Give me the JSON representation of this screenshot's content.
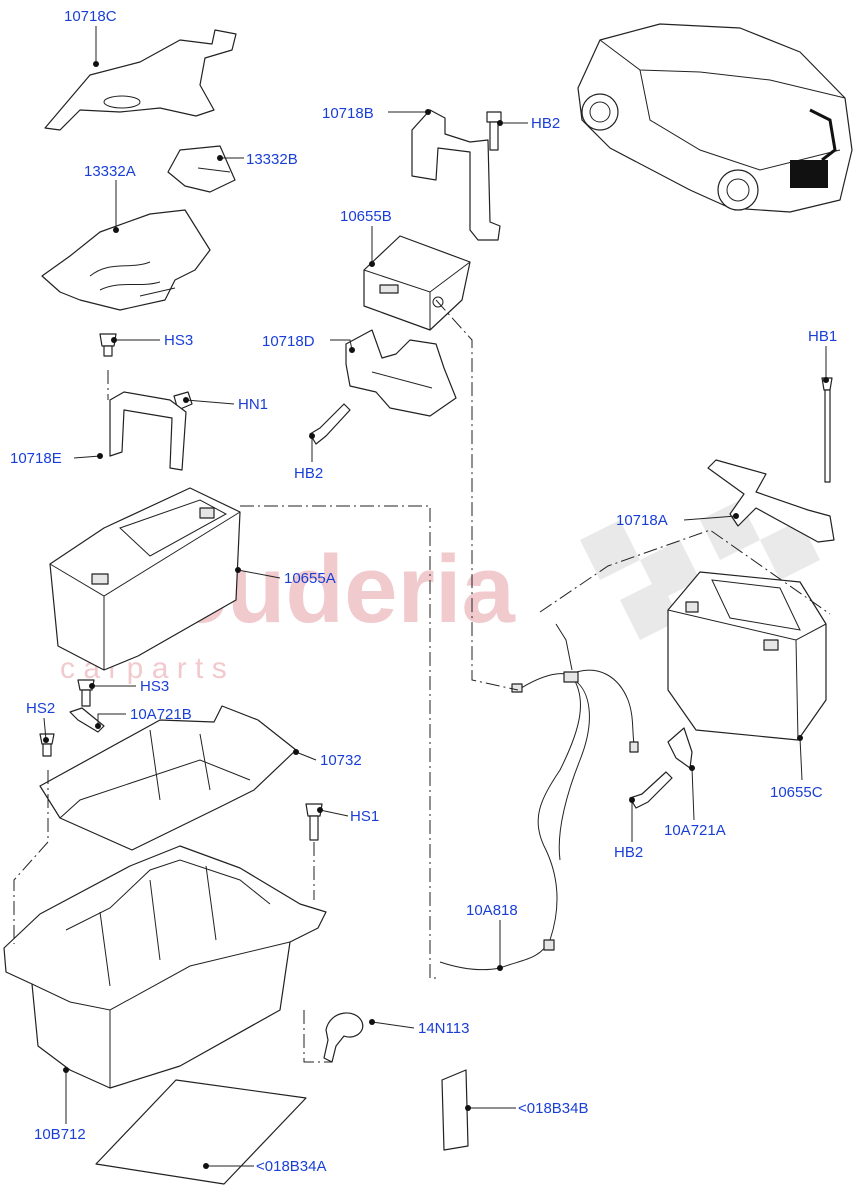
{
  "watermark": {
    "brand": "scuderia",
    "sub": "c a r   p a r t s"
  },
  "labels": {
    "l_10718C": "10718C",
    "l_13332B": "13332B",
    "l_13332A": "13332A",
    "l_10718B": "10718B",
    "l_HB2_top": "HB2",
    "l_10655B": "10655B",
    "l_10718D": "10718D",
    "l_HS3_top": "HS3",
    "l_HN1": "HN1",
    "l_HB2_mid": "HB2",
    "l_10718E": "10718E",
    "l_HB1": "HB1",
    "l_10718A": "10718A",
    "l_10655A": "10655A",
    "l_HS3_bottom": "HS3",
    "l_HS2": "HS2",
    "l_10A721B": "10A721B",
    "l_10732": "10732",
    "l_10655C": "10655C",
    "l_HS1": "HS1",
    "l_HB2_bottom": "HB2",
    "l_10A721A": "10A721A",
    "l_10A818": "10A818",
    "l_14N113": "14N113",
    "l_10B712": "10B712",
    "l_018B34B": "<018B34B",
    "l_018B34A": "<018B34A"
  },
  "colors": {
    "callout": "#1a3fd6",
    "line": "#222222",
    "watermark": "#e9a7ae"
  }
}
